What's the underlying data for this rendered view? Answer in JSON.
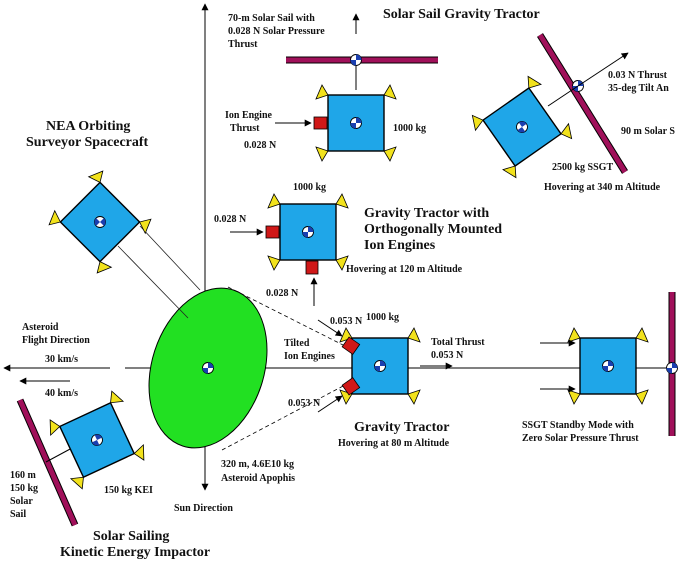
{
  "labels": {
    "solar_sail_gravity_tractor_title": "Solar Sail Gravity Tractor",
    "solar_sail_70m_1": "70-m Solar Sail with",
    "solar_sail_70m_2": "0.028 N Solar Pressure",
    "solar_sail_70m_3": "Thrust",
    "ion_engine_thrust_1": "Ion Engine",
    "ion_engine_thrust_2": "Thrust",
    "ion_thrust_value": "0.028 N",
    "mass_1000kg_top": "1000 kg",
    "sgt_thrust_1": "0.03 N Thrust",
    "sgt_thrust_2": "35-deg Tilt An",
    "sgt_sail": "90 m Solar S",
    "sgt_mass": "2500 kg SSGT",
    "sgt_hover": "Hovering at 340 m Altitude",
    "nea_title_1": "NEA Orbiting",
    "nea_title_2": "Surveyor Spacecraft",
    "gt_ortho_mass": "1000 kg",
    "gt_ortho_title_1": "Gravity Tractor with",
    "gt_ortho_title_2": "Orthogonally Mounted",
    "gt_ortho_title_3": "Ion Engines",
    "gt_ortho_hover": "Hovering at 120 m Altitude",
    "gt_ortho_left_thrust": "0.028 N",
    "gt_ortho_bottom_thrust": "0.028 N",
    "asteroid_dir_1": "Asteroid",
    "asteroid_dir_2": "Flight Direction",
    "speed_30": "30 km/s",
    "speed_40": "40 km/s",
    "tilted_thrust_top": "0.053 N",
    "tilted_mass": "1000 kg",
    "tilted_label_1": "Tilted",
    "tilted_label_2": "Ion Engines",
    "total_thrust_1": "Total Thrust",
    "total_thrust_2": "0.053 N",
    "tilted_thrust_bottom": "0.053 N",
    "gt_title": "Gravity Tractor",
    "gt_hover": "Hovering at 80 m Altitude",
    "ssgt_standby_1": "SSGT Standby Mode with",
    "ssgt_standby_2": "Zero Solar Pressure Thrust",
    "apophis_1": "320 m, 4.6E10 kg",
    "apophis_2": "Asteroid Apophis",
    "sun_direction": "Sun Direction",
    "kei_sail_1": "160 m",
    "kei_sail_2": "150 kg",
    "kei_sail_3": "Solar",
    "kei_sail_4": "Sail",
    "kei_mass": "150 kg KEI",
    "kei_title_1": "Solar Sailing",
    "kei_title_2": "Kinetic Energy Impactor"
  },
  "colors": {
    "spacecraft": "#1fa6e8",
    "solar_panel": "#f2e21c",
    "ion_engine": "#d01818",
    "asteroid": "#22e022",
    "solar_sail": "#a0105a"
  }
}
